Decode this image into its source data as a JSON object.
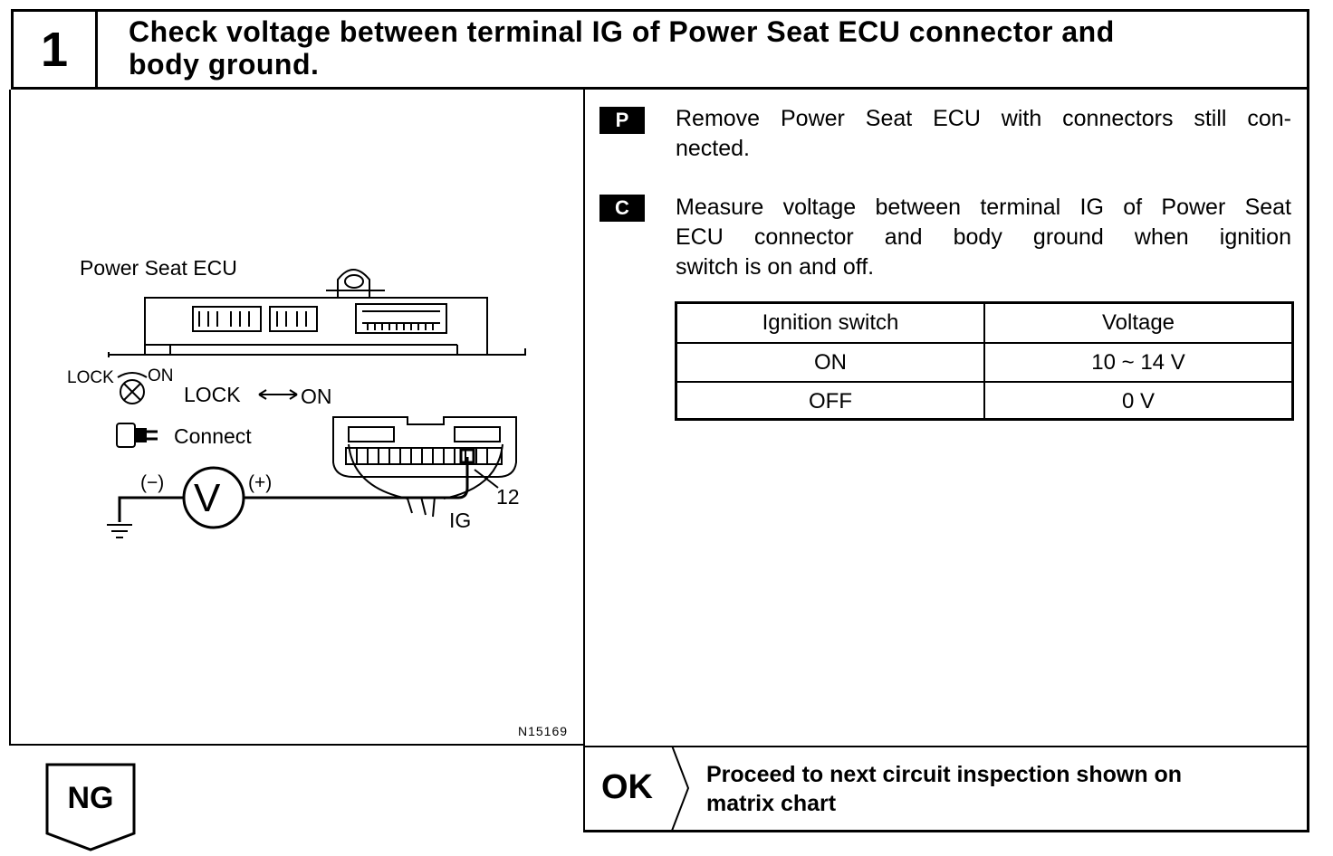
{
  "header": {
    "step_number": "1",
    "title_line1": "Check voltage between terminal IG of Power Seat ECU connector and",
    "title_line2": "body ground."
  },
  "illustration": {
    "ecu_label": "Power Seat ECU",
    "switch_lock": "LOCK",
    "switch_on": "ON",
    "lock_on_text_lock": "LOCK",
    "lock_on_text_on": "ON",
    "connect_label": "Connect",
    "voltmeter_symbol": "V",
    "minus_label": "(−)",
    "plus_label": "(+)",
    "terminal_number": "12",
    "terminal_name": "IG",
    "figure_code": "N15169",
    "icons": [
      "ignition-switch-icon",
      "connector-plug-icon",
      "voltmeter-icon",
      "ground-icon"
    ]
  },
  "steps": [
    {
      "badge": "P",
      "line1": "Remove Power Seat ECU with connectors still con-",
      "line2": "nected."
    },
    {
      "badge": "C",
      "line1": "Measure voltage between terminal IG of Power Seat",
      "line2": "ECU connector and body ground when ignition",
      "line3": "switch is on and off."
    }
  ],
  "table": {
    "headers": [
      "Ignition switch",
      "Voltage"
    ],
    "rows": [
      [
        "ON",
        "10 ~ 14 V"
      ],
      [
        "OFF",
        "0 V"
      ]
    ]
  },
  "result_ok": {
    "label": "OK",
    "line1": "Proceed to next circuit inspection shown on",
    "line2": "matrix chart"
  },
  "result_ng": {
    "label": "NG"
  }
}
